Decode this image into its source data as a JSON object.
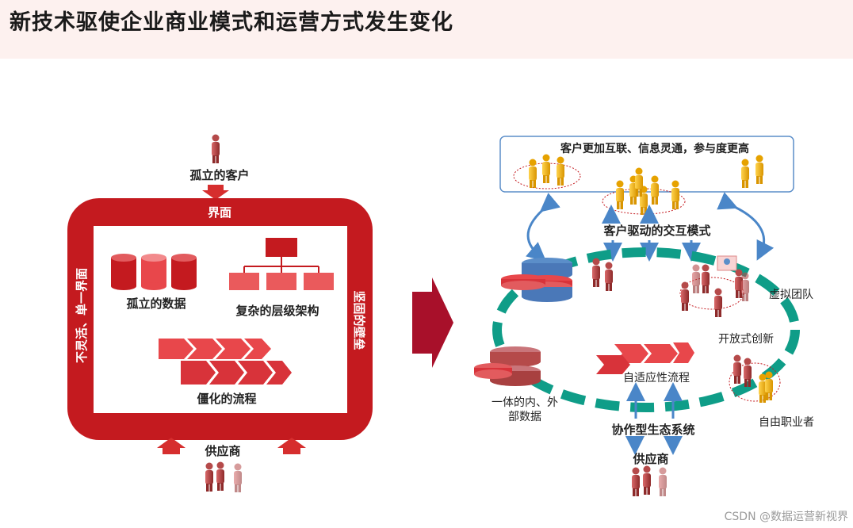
{
  "header": {
    "title": "新技术驱使企业商业模式和运营方式发生变化"
  },
  "left": {
    "customer_label": "孤立的客户",
    "top_band": "界面",
    "left_band": "不灵活、单一界面",
    "right_band": "坚固的壁垒",
    "data_label": "孤立的数据",
    "hierarchy_label": "复杂的层级架构",
    "process_label": "僵化的流程",
    "supplier_label": "供应商"
  },
  "right": {
    "customers_box_label": "客户更加互联、信息灵通，参与度更高",
    "interaction_label": "客户驱动的交互模式",
    "virtual_team_label": "虚拟团队",
    "open_innovation_label": "开放式创新",
    "adaptive_process_label": "自适应性流程",
    "data_label_line1": "一体的内、外",
    "data_label_line2": "部数据",
    "freelancer_label": "自由职业者",
    "ecosystem_label": "协作型生态系统",
    "supplier_label": "供应商"
  },
  "watermark": "CSDN @数据运营新视界",
  "colors": {
    "frame_red": "#c41a1f",
    "accent_red": "#e8474b",
    "arrow_red": "#a8102a",
    "teal": "#0f9d88",
    "blue_arrow": "#4a86c8",
    "gold": "#f2b400"
  }
}
